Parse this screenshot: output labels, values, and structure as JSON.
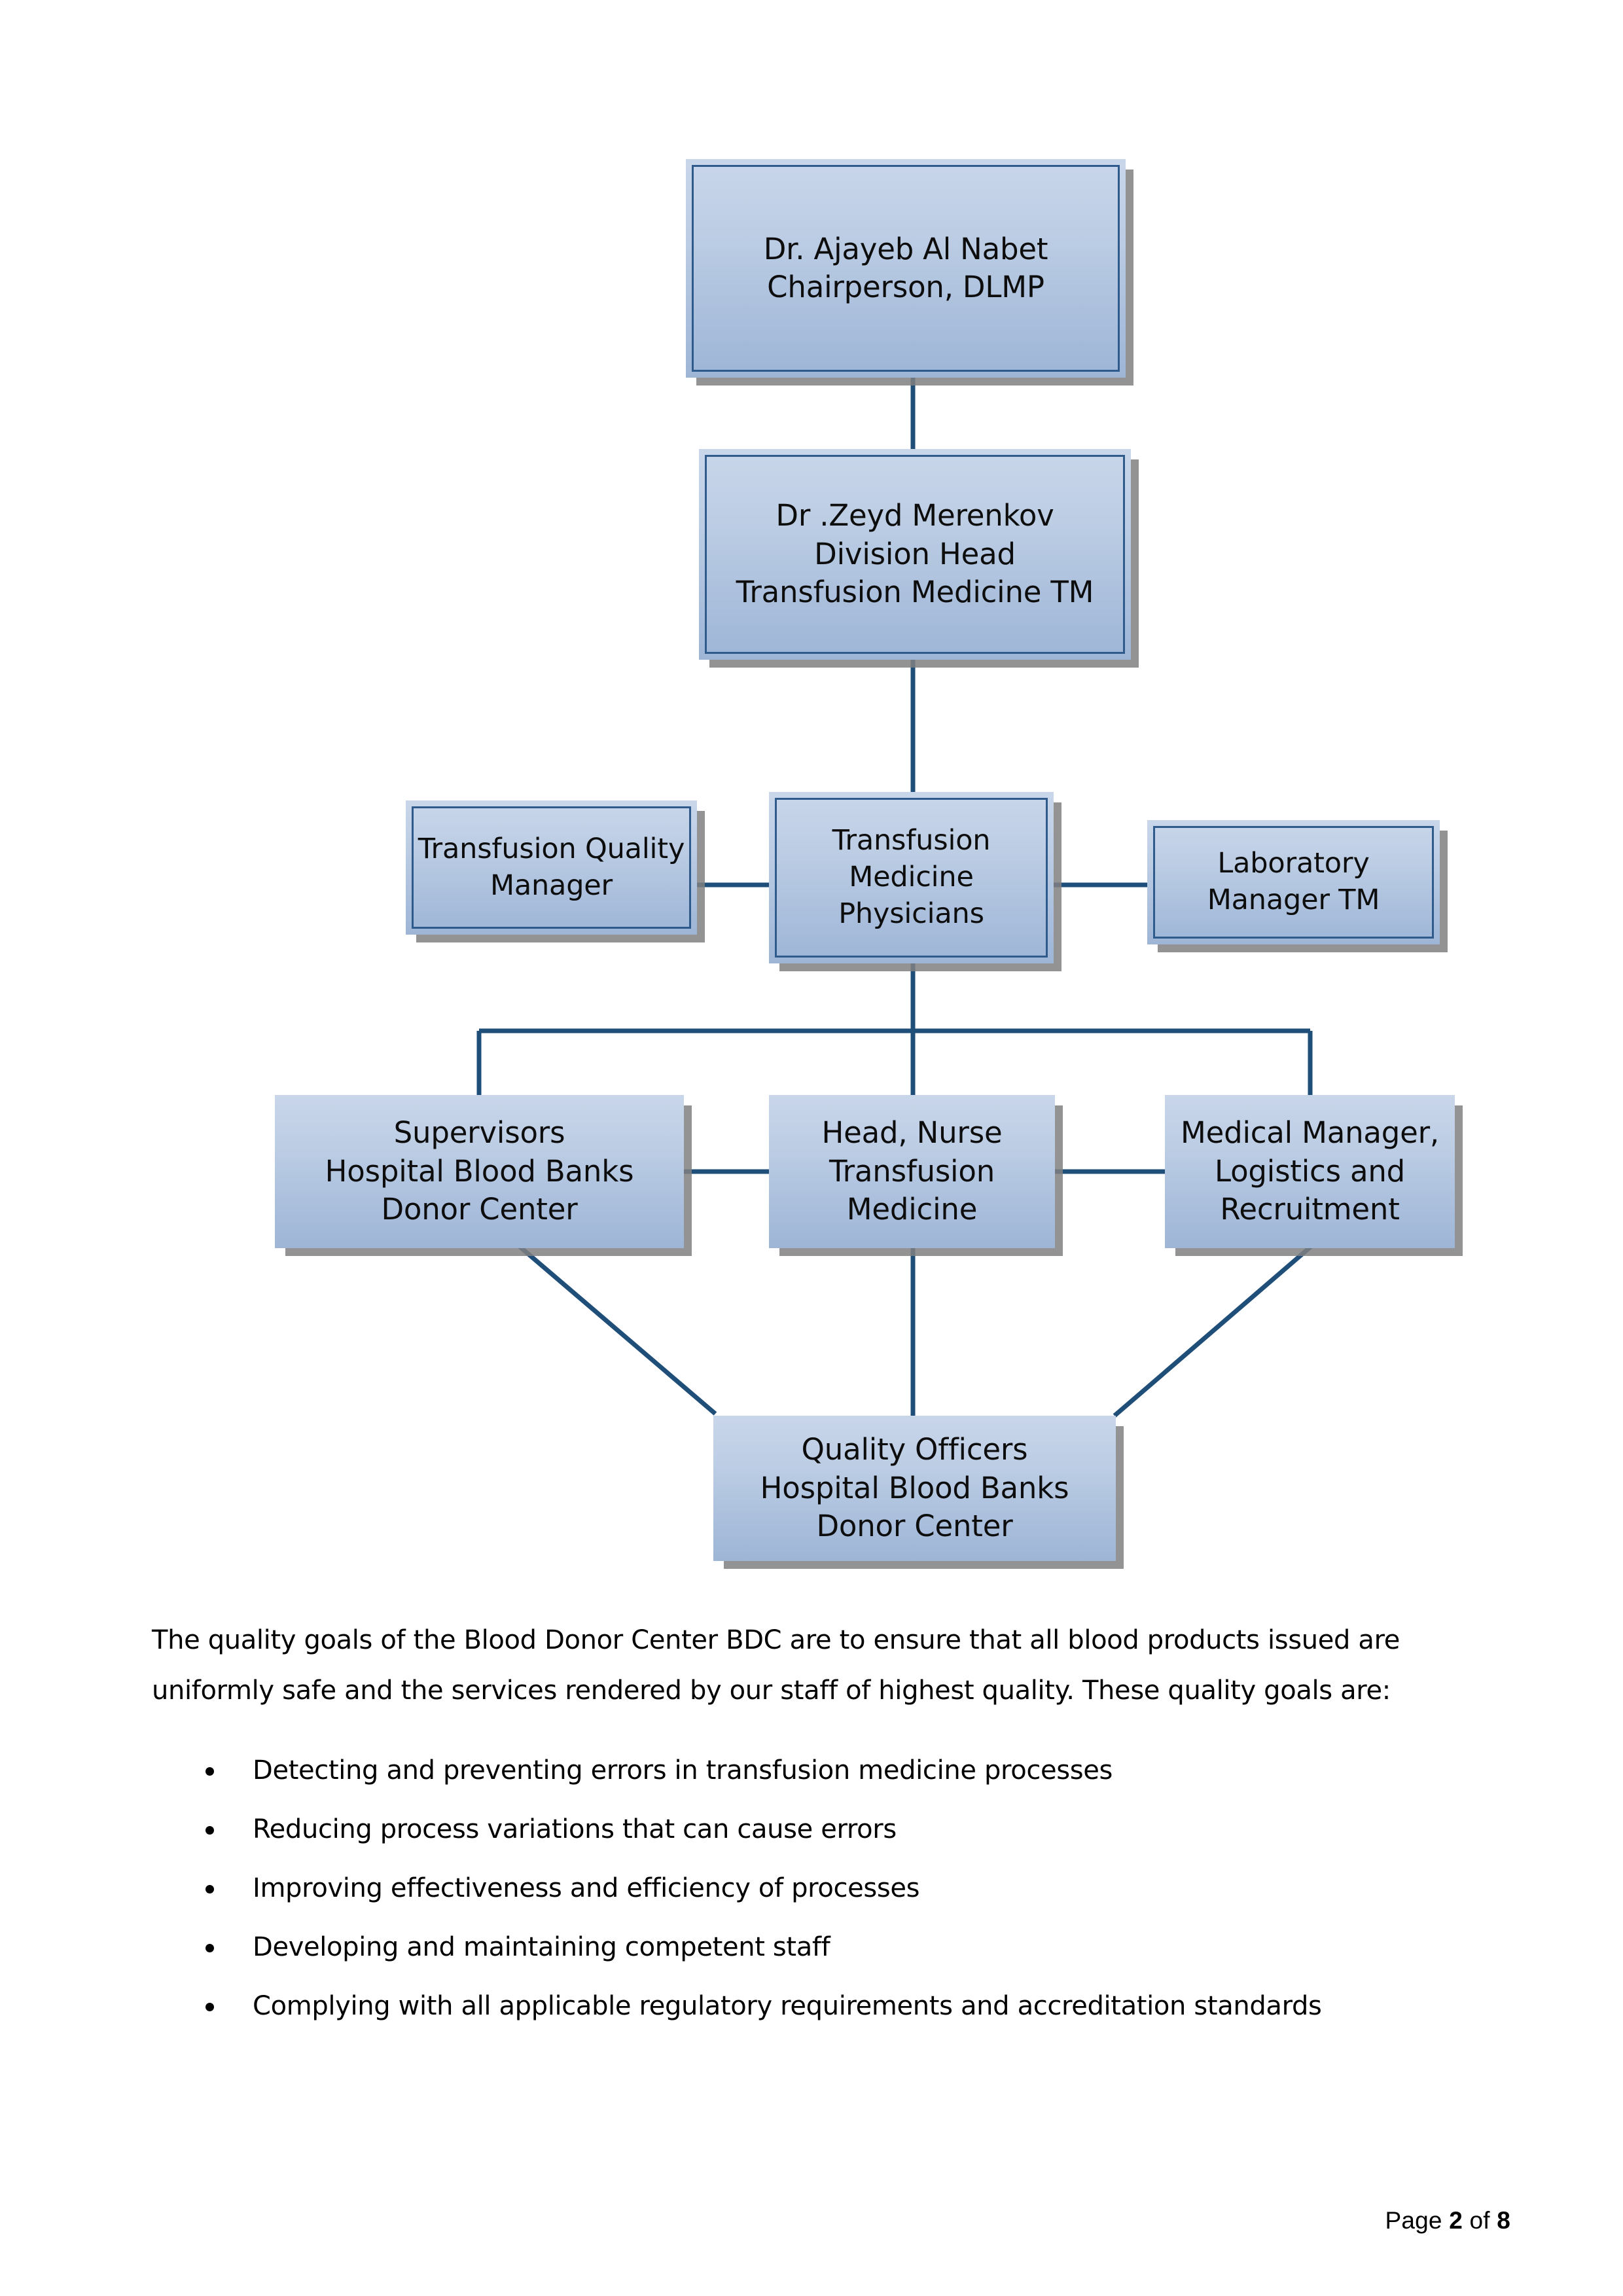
{
  "document": {
    "org_chart": {
      "nodes": [
        {
          "id": "chairperson",
          "label": "Dr. Ajayeb Al Nabet\nChairperson, DLMP"
        },
        {
          "id": "division-head",
          "label": "Dr .Zeyd Merenkov\nDivision Head\nTransfusion Medicine TM"
        },
        {
          "id": "quality-manager",
          "label": "Transfusion Quality\nManager"
        },
        {
          "id": "tm-physicians",
          "label": "Transfusion\nMedicine\nPhysicians"
        },
        {
          "id": "lab-manager",
          "label": "Laboratory\nManager TM"
        },
        {
          "id": "supervisors",
          "label": "Supervisors\nHospital Blood Banks\nDonor Center"
        },
        {
          "id": "head-nurse",
          "label": "Head, Nurse\nTransfusion\nMedicine"
        },
        {
          "id": "medical-manager",
          "label": "Medical Manager,\nLogistics and\nRecruitment"
        },
        {
          "id": "quality-officers",
          "label": "Quality Officers\nHospital Blood Banks\nDonor Center"
        }
      ],
      "colors": {
        "box_fill_top": "#c9d6ea",
        "box_fill_bottom": "#9eb5d6",
        "box_border": "#2e5a8c",
        "connector": "#1f4e79",
        "shadow": "#808080"
      }
    },
    "body": {
      "intro_paragraph": "The quality goals of the Blood Donor Center BDC are to ensure that all blood products issued are uniformly safe and the services rendered by our staff of highest quality. These quality goals are:",
      "goals": [
        "Detecting and preventing errors in transfusion medicine processes",
        "Reducing process variations that can cause errors",
        "Improving effectiveness and efficiency of processes",
        "Developing and maintaining competent staff",
        "Complying with all applicable regulatory requirements and accreditation standards"
      ]
    },
    "footer": {
      "prefix": "Page",
      "current_page": "2",
      "separator": "of",
      "total_pages": "8"
    }
  }
}
